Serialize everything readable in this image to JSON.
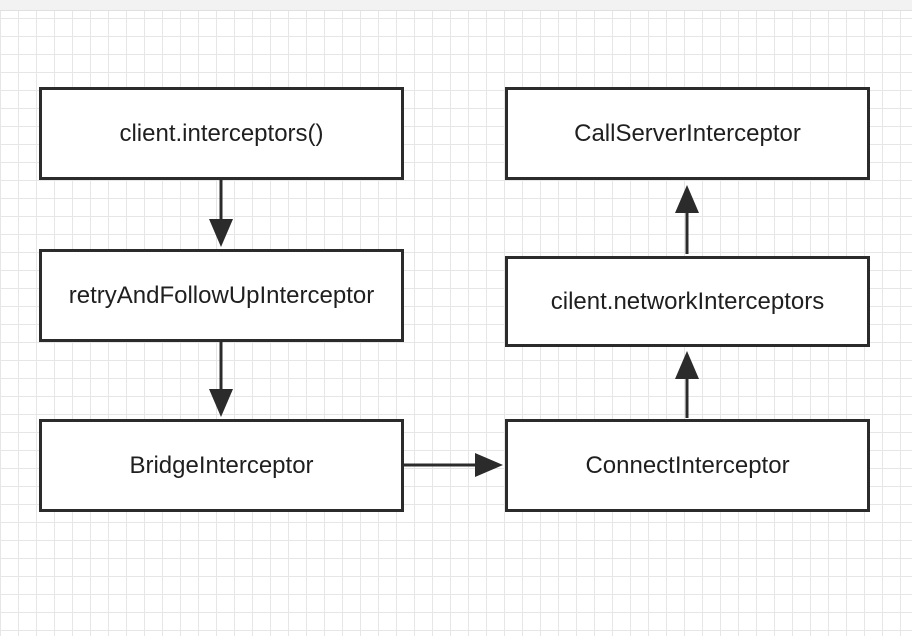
{
  "diagram": {
    "nodes": {
      "client_interceptors": "client.interceptors()",
      "retry_follow_up": "retryAndFollowUpInterceptor",
      "bridge": "BridgeInterceptor",
      "connect": "ConnectInterceptor",
      "network_interceptors": "cilent.networkInterceptors",
      "call_server": "CallServerInterceptor"
    },
    "colors": {
      "stroke": "#2b2b2b",
      "node_fill": "#ffffff",
      "grid": "#e6e6e6"
    }
  }
}
